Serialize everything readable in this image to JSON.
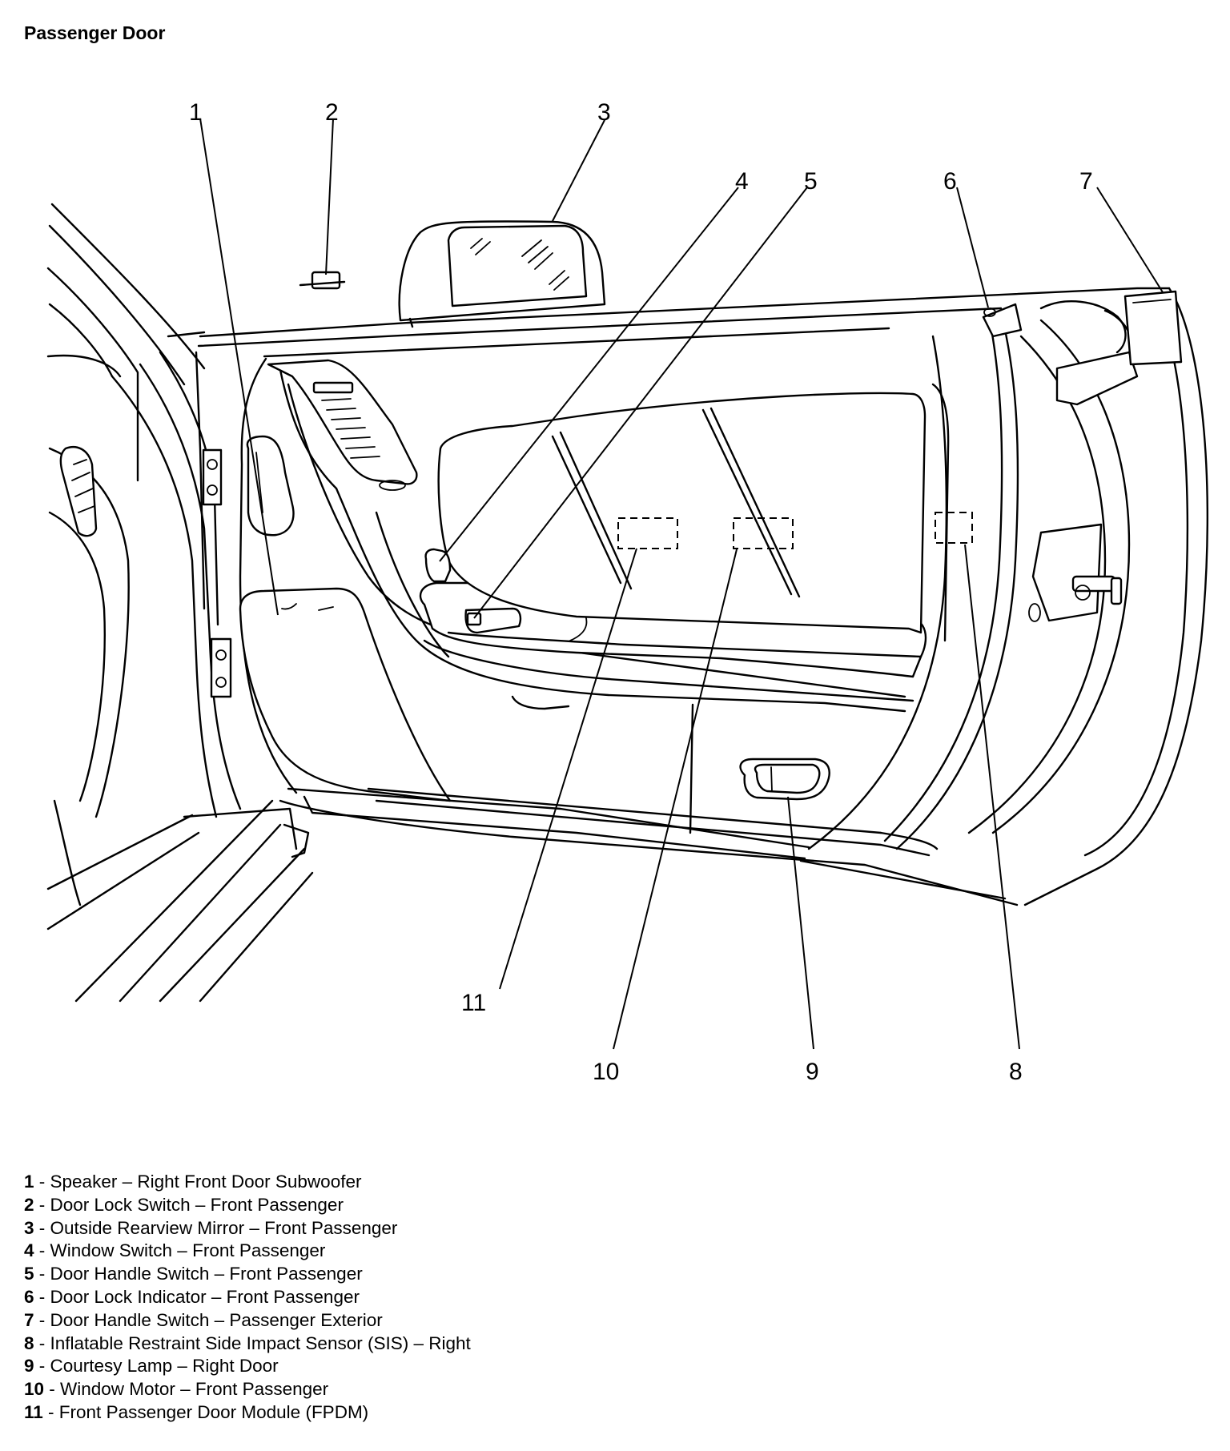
{
  "page": {
    "title": "Passenger Door"
  },
  "callouts": [
    "1",
    "2",
    "3",
    "4",
    "5",
    "6",
    "7",
    "8",
    "9",
    "10",
    "11"
  ],
  "legend": [
    {
      "num": "1",
      "sep": " - ",
      "text": "Speaker – Right Front Door Subwoofer"
    },
    {
      "num": "2",
      "sep": " - ",
      "text": "Door Lock Switch – Front Passenger"
    },
    {
      "num": "3",
      "sep": " - ",
      "text": "Outside Rearview Mirror – Front Passenger"
    },
    {
      "num": "4",
      "sep": " - ",
      "text": "Window Switch – Front Passenger"
    },
    {
      "num": "5",
      "sep": " - ",
      "text": "Door Handle Switch – Front Passenger"
    },
    {
      "num": "6",
      "sep": " - ",
      "text": "Door Lock Indicator – Front Passenger"
    },
    {
      "num": "7",
      "sep": " - ",
      "text": "Door Handle Switch – Passenger Exterior"
    },
    {
      "num": "8",
      "sep": " - ",
      "text": "Inflatable Restraint Side Impact Sensor (SIS) – Right"
    },
    {
      "num": "9",
      "sep": " - ",
      "text": "Courtesy Lamp – Right Door"
    },
    {
      "num": "10",
      "sep": " - ",
      "text": "Window Motor – Front Passenger"
    },
    {
      "num": "11",
      "sep": " - ",
      "text": "Front Passenger Door Module (FPDM)"
    }
  ]
}
